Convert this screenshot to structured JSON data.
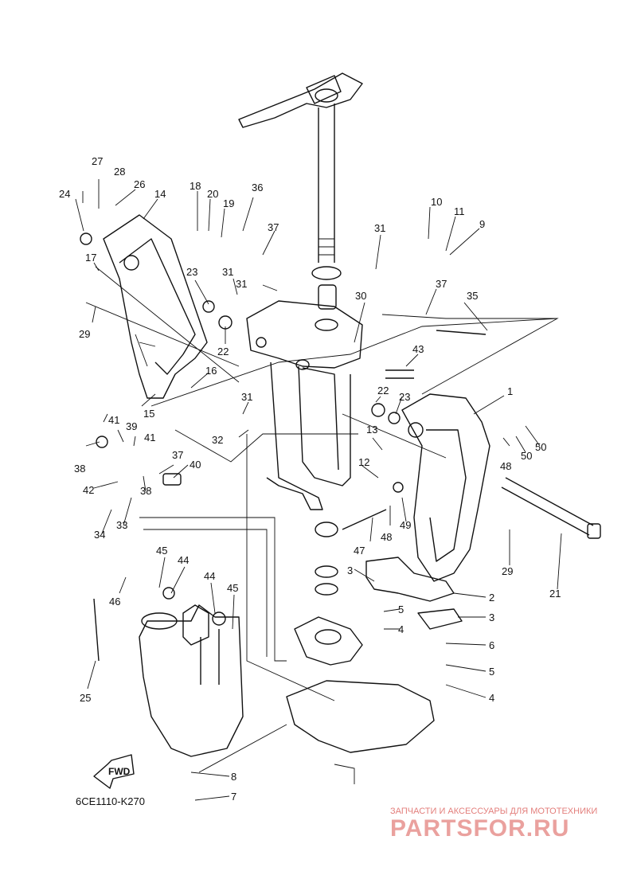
{
  "diagram_code": "6CE1110-K270",
  "watermark": {
    "caption": "ЗАПЧАСТИ И АКСЕССУАРЫ ДЛЯ МОТОТЕХНИКИ",
    "brand": "PARTSFOR.RU",
    "color": "#d9534f"
  },
  "fwd_label": "FWD",
  "callouts": [
    {
      "id": "c27",
      "text": "27"
    },
    {
      "id": "c28",
      "text": "28"
    },
    {
      "id": "c26",
      "text": "26"
    },
    {
      "id": "c24",
      "text": "24"
    },
    {
      "id": "c14",
      "text": "14"
    },
    {
      "id": "c18",
      "text": "18"
    },
    {
      "id": "c20",
      "text": "20"
    },
    {
      "id": "c19",
      "text": "19"
    },
    {
      "id": "c36",
      "text": "36"
    },
    {
      "id": "c37a",
      "text": "37"
    },
    {
      "id": "c17",
      "text": "17"
    },
    {
      "id": "c23a",
      "text": "23"
    },
    {
      "id": "c31a",
      "text": "31"
    },
    {
      "id": "c31b",
      "text": "31"
    },
    {
      "id": "c29a",
      "text": "29"
    },
    {
      "id": "c22a",
      "text": "22"
    },
    {
      "id": "c16",
      "text": "16"
    },
    {
      "id": "c15",
      "text": "15"
    },
    {
      "id": "c41a",
      "text": "41"
    },
    {
      "id": "c39",
      "text": "39"
    },
    {
      "id": "c41b",
      "text": "41"
    },
    {
      "id": "c38a",
      "text": "38"
    },
    {
      "id": "c37b",
      "text": "37"
    },
    {
      "id": "c40",
      "text": "40"
    },
    {
      "id": "c38b",
      "text": "38"
    },
    {
      "id": "c42",
      "text": "42"
    },
    {
      "id": "c33",
      "text": "33"
    },
    {
      "id": "c34",
      "text": "34"
    },
    {
      "id": "c31c",
      "text": "31"
    },
    {
      "id": "c32",
      "text": "32"
    },
    {
      "id": "c30",
      "text": "30"
    },
    {
      "id": "c10",
      "text": "10"
    },
    {
      "id": "c11",
      "text": "11"
    },
    {
      "id": "c9",
      "text": "9"
    },
    {
      "id": "c31d",
      "text": "31"
    },
    {
      "id": "c37c",
      "text": "37"
    },
    {
      "id": "c35",
      "text": "35"
    },
    {
      "id": "c43",
      "text": "43"
    },
    {
      "id": "c22b",
      "text": "22"
    },
    {
      "id": "c23b",
      "text": "23"
    },
    {
      "id": "c1",
      "text": "1"
    },
    {
      "id": "c13",
      "text": "13"
    },
    {
      "id": "c12",
      "text": "12"
    },
    {
      "id": "c48a",
      "text": "48"
    },
    {
      "id": "c50a",
      "text": "50"
    },
    {
      "id": "c50b",
      "text": "50"
    },
    {
      "id": "c47",
      "text": "47"
    },
    {
      "id": "c48b",
      "text": "48"
    },
    {
      "id": "c49",
      "text": "49"
    },
    {
      "id": "c29b",
      "text": "29"
    },
    {
      "id": "c21",
      "text": "21"
    },
    {
      "id": "c3a",
      "text": "3"
    },
    {
      "id": "c2",
      "text": "2"
    },
    {
      "id": "c3b",
      "text": "3"
    },
    {
      "id": "c5a",
      "text": "5"
    },
    {
      "id": "c4a",
      "text": "4"
    },
    {
      "id": "c6",
      "text": "6"
    },
    {
      "id": "c5b",
      "text": "5"
    },
    {
      "id": "c4b",
      "text": "4"
    },
    {
      "id": "c45a",
      "text": "45"
    },
    {
      "id": "c44a",
      "text": "44"
    },
    {
      "id": "c46",
      "text": "46"
    },
    {
      "id": "c44b",
      "text": "44"
    },
    {
      "id": "c45b",
      "text": "45"
    },
    {
      "id": "c25",
      "text": "25"
    },
    {
      "id": "c8",
      "text": "8"
    },
    {
      "id": "c7",
      "text": "7"
    }
  ]
}
